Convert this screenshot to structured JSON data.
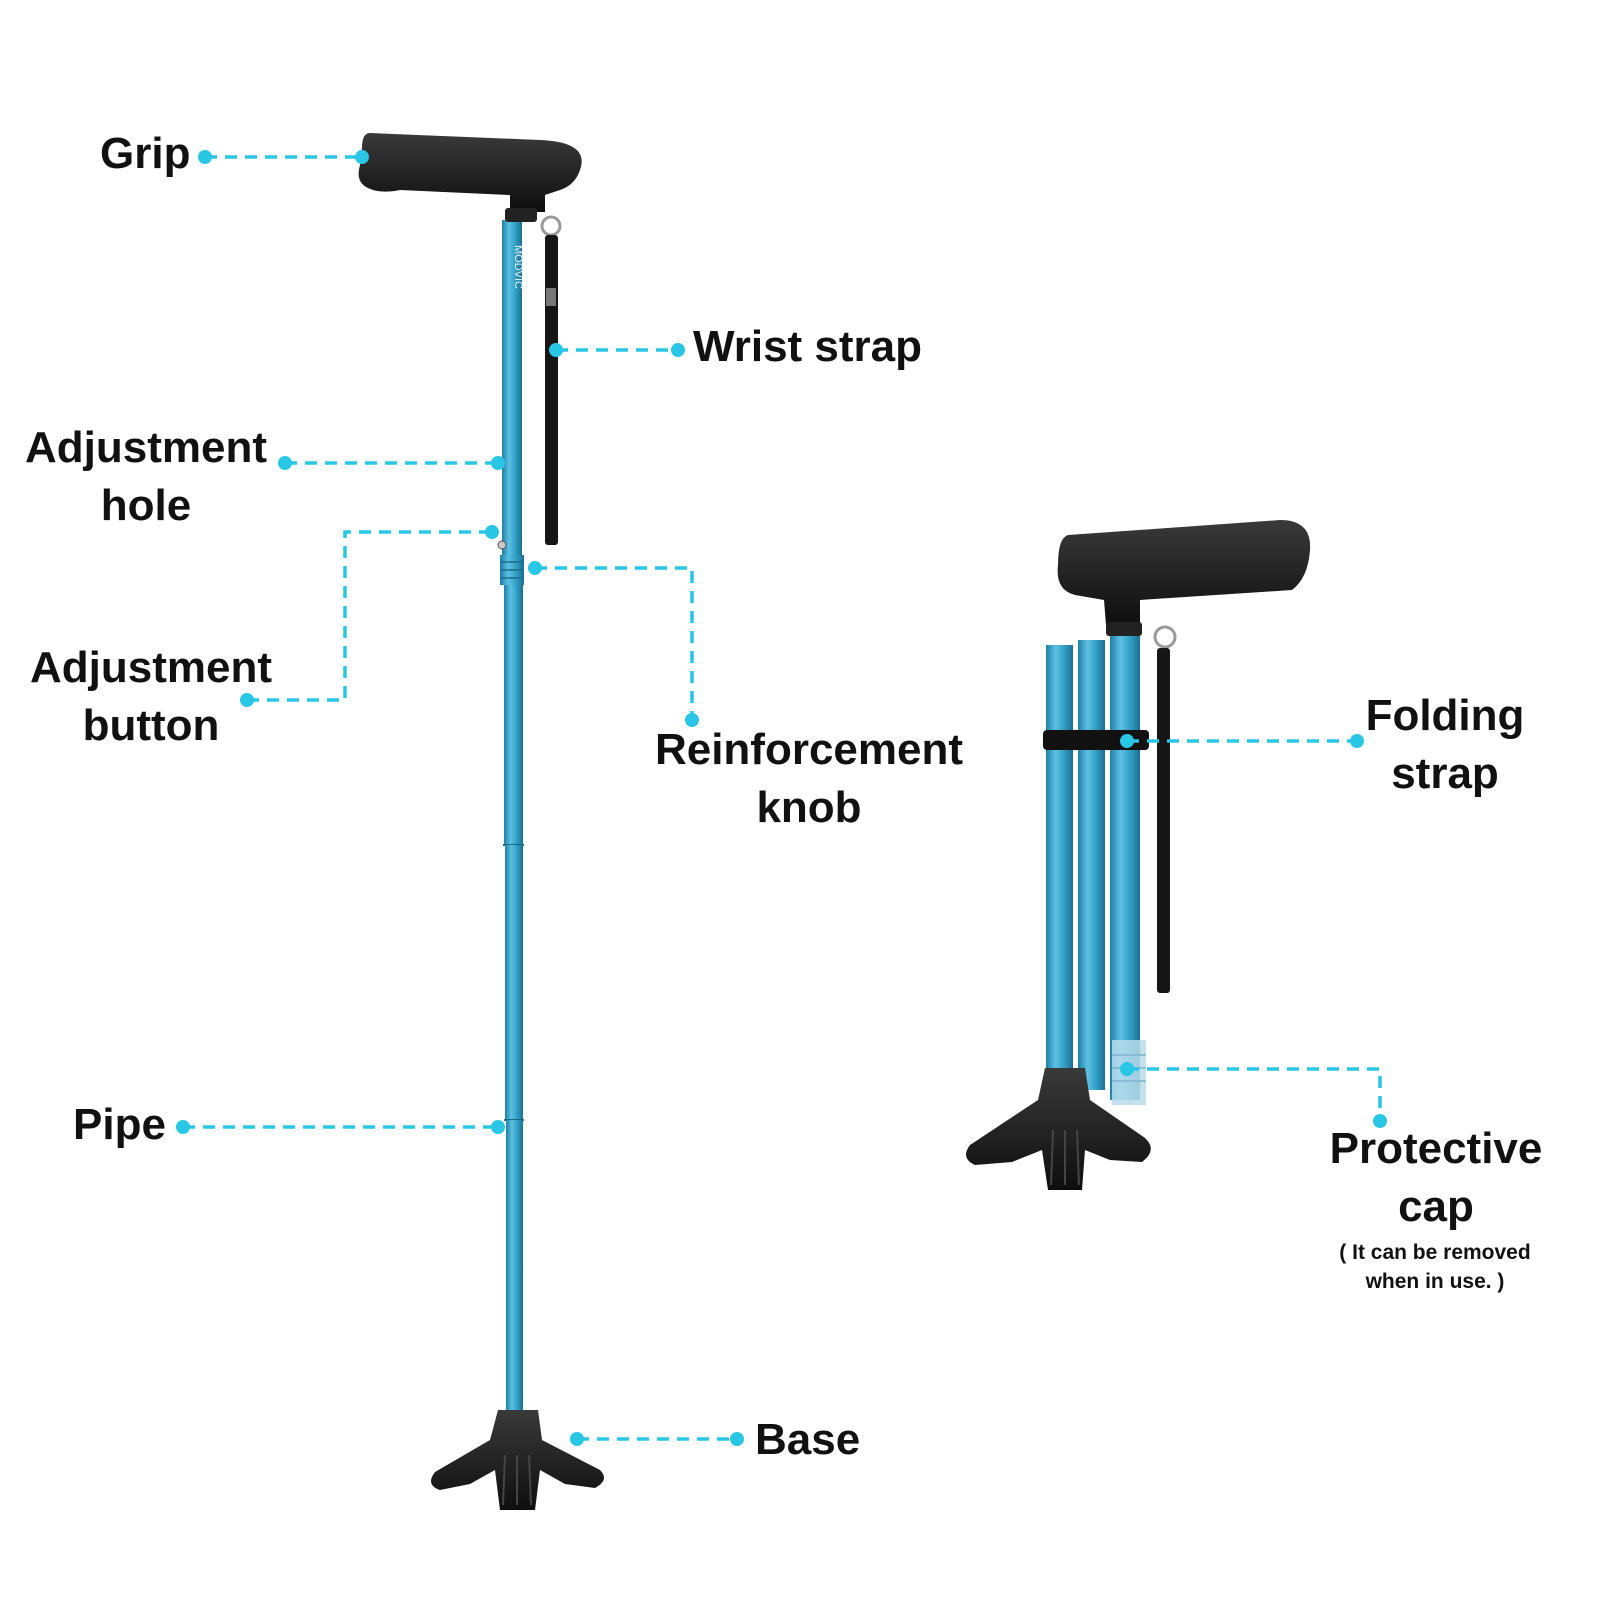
{
  "brand_text": "MODVIC",
  "colors": {
    "callout": "#29c6e6",
    "shaft": "#2f9cc2",
    "shaft_light": "#4fb7db",
    "rubber": "#1b1b1b",
    "text": "#111111"
  },
  "labels": {
    "grip": "Grip",
    "wrist_strap": "Wrist strap",
    "adjustment_hole": [
      "Adjustment",
      "hole"
    ],
    "adjustment_button": [
      "Adjustment",
      "button"
    ],
    "reinforcement_knob": [
      "Reinforcement",
      "knob"
    ],
    "pipe": "Pipe",
    "base": "Base",
    "folding_strap": [
      "Folding",
      "strap"
    ],
    "protective_cap": [
      "Protective",
      "cap"
    ],
    "protective_cap_note": [
      "( It can be removed",
      "when in use. )"
    ]
  }
}
